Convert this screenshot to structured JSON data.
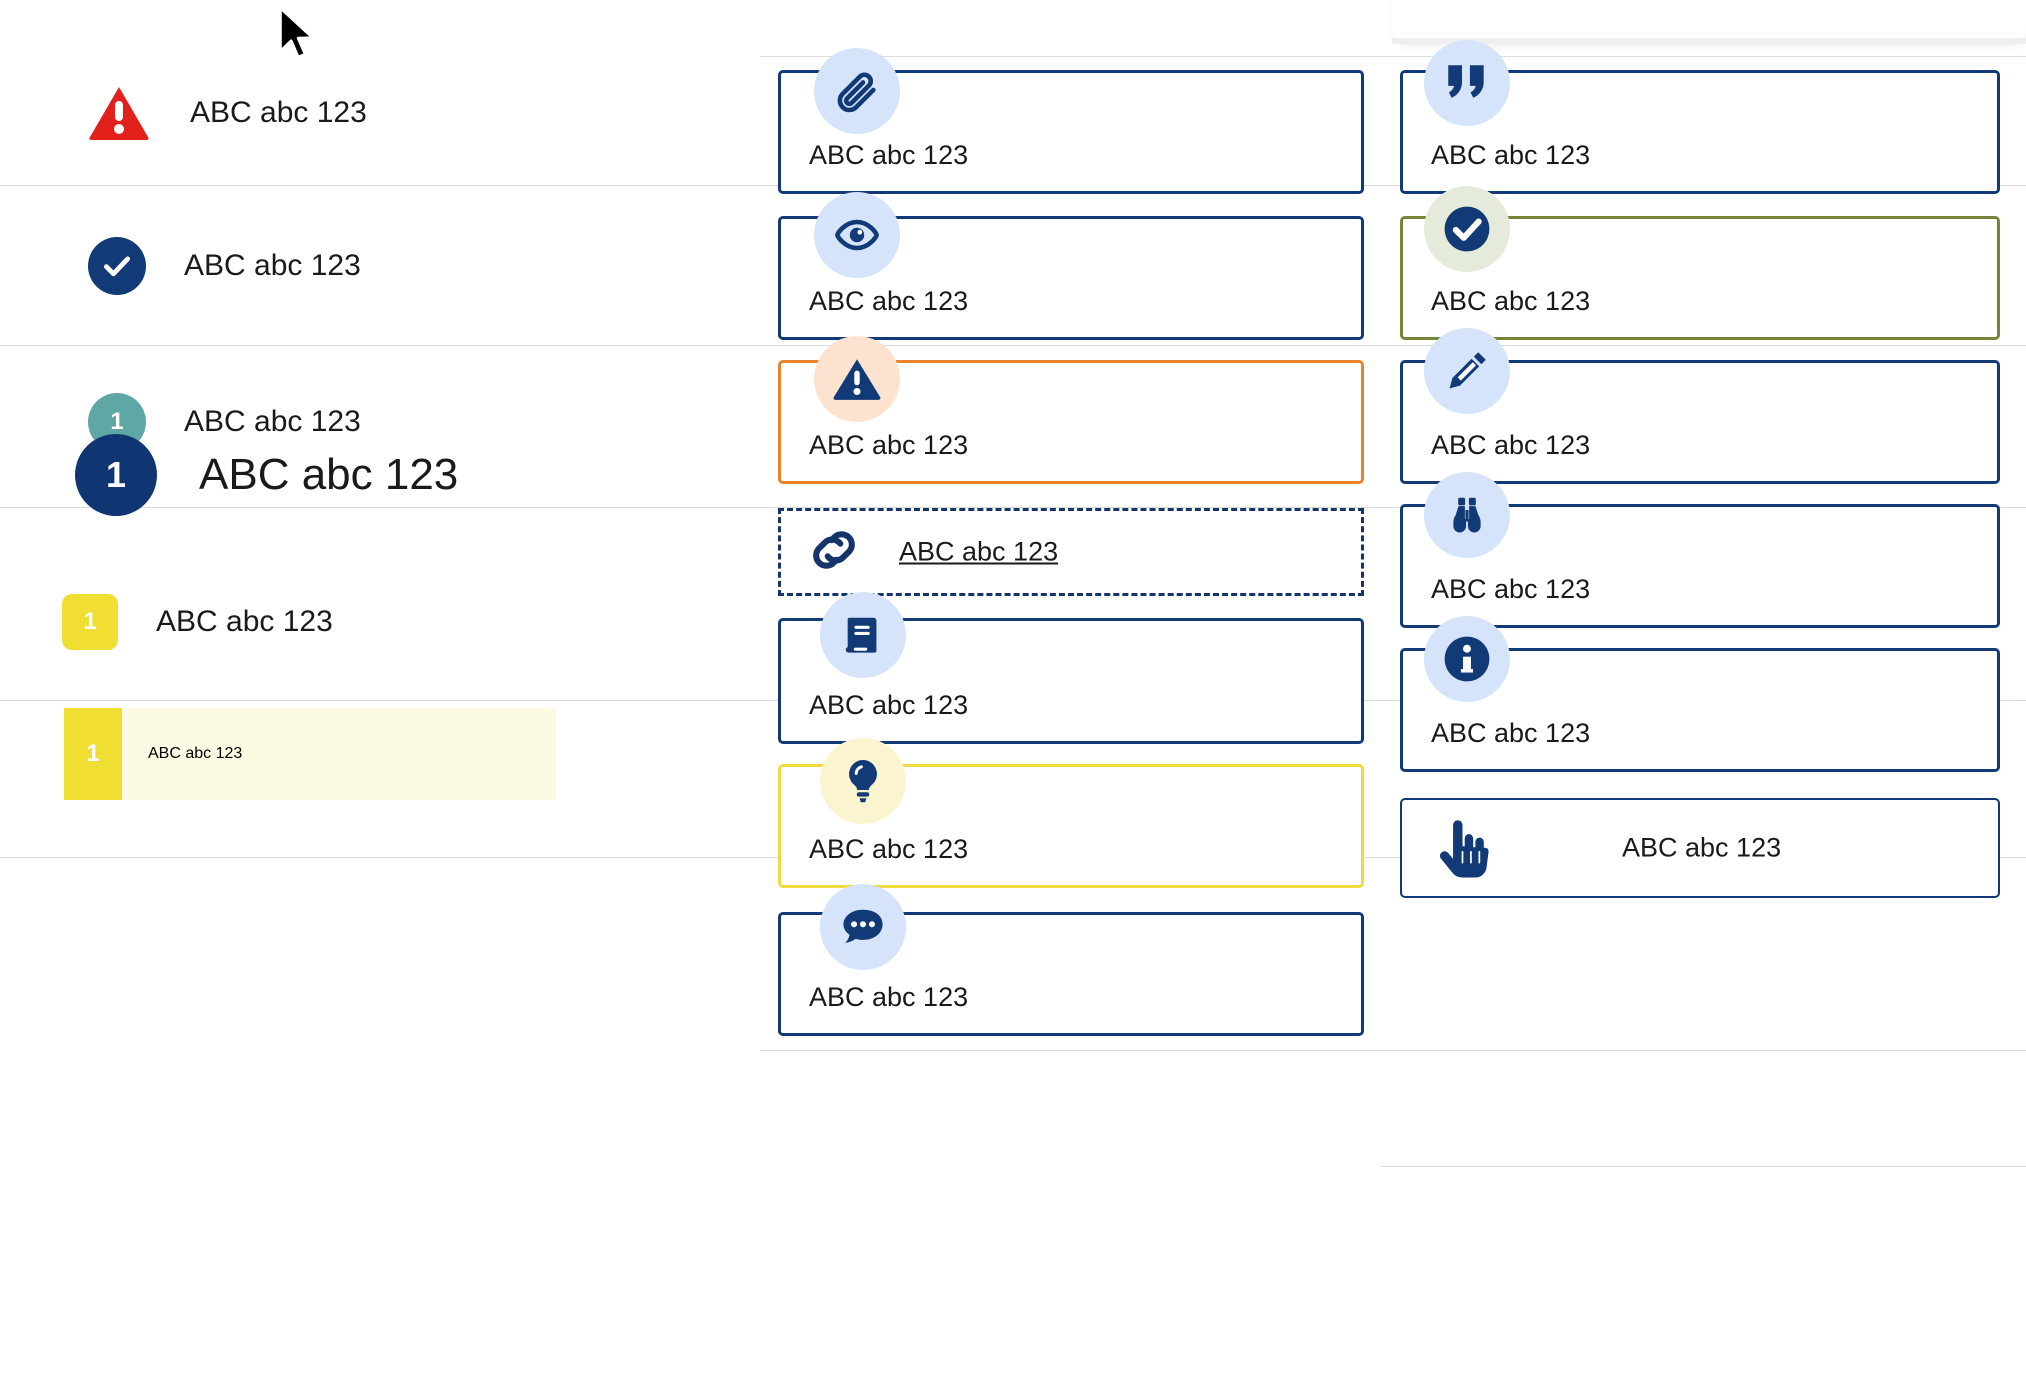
{
  "sample_text": "ABC abc 123",
  "colors": {
    "navy": "#123a76",
    "deep_navy": "#0f3573",
    "red": "#e2211c",
    "teal": "#5fa7a4",
    "yellow": "#f0de33",
    "yellow_border": "#efdc3c",
    "orange": "#e8832b",
    "olive": "#77853b",
    "bubble_blue": "#d5e4fa",
    "bubble_peach": "#fde3cf",
    "bubble_cream": "#fbf5cf",
    "bubble_sage": "#e5ebda",
    "highlight_bg": "#fdfae4",
    "divider": "#dcdcdc"
  },
  "sidebar": {
    "items": [
      {
        "icon": "warning-triangle-icon",
        "badge_text": "",
        "label": "ABC abc 123",
        "style": "red-triangle"
      },
      {
        "icon": "check-circle-icon",
        "badge_text": "",
        "label": "ABC abc 123",
        "style": "navy-circle"
      },
      {
        "icon": "number-badge-icon",
        "badge_text": "1",
        "label": "ABC abc 123",
        "style": "teal-circle"
      },
      {
        "icon": "number-badge-icon",
        "badge_text": "1",
        "label": "ABC abc 123",
        "style": "navy-circle-large"
      },
      {
        "icon": "number-badge-icon",
        "badge_text": "1",
        "label": "ABC abc 123",
        "style": "yellow-square"
      },
      {
        "icon": "number-badge-icon",
        "badge_text": "1",
        "label": "ABC abc 123",
        "style": "yellow-flat-highlighted"
      }
    ]
  },
  "middle_column": {
    "cards": [
      {
        "icon": "paperclip-icon",
        "label": "ABC abc 123",
        "border": "navy"
      },
      {
        "icon": "eye-icon",
        "label": "ABC abc 123",
        "border": "navy"
      },
      {
        "icon": "warning-triangle-icon",
        "label": "ABC abc 123",
        "border": "orange"
      },
      {
        "icon": "link-icon",
        "label": "ABC abc 123",
        "border": "dashed-navy",
        "link": true
      },
      {
        "icon": "book-icon",
        "label": "ABC abc 123",
        "border": "navy"
      },
      {
        "icon": "lightbulb-icon",
        "label": "ABC abc 123",
        "border": "yellow"
      },
      {
        "icon": "comment-bubble-icon",
        "label": "ABC abc 123",
        "border": "navy"
      }
    ]
  },
  "right_column": {
    "cards": [
      {
        "icon": "quote-icon",
        "label": "ABC abc 123",
        "border": "navy"
      },
      {
        "icon": "check-circle-icon",
        "label": "ABC abc 123",
        "border": "olive"
      },
      {
        "icon": "pencil-icon",
        "label": "ABC abc 123",
        "border": "navy"
      },
      {
        "icon": "binoculars-icon",
        "label": "ABC abc 123",
        "border": "navy"
      },
      {
        "icon": "info-circle-icon",
        "label": "ABC abc 123",
        "border": "navy"
      },
      {
        "icon": "hand-pointer-icon",
        "label": "ABC abc 123",
        "border": "navy"
      }
    ]
  },
  "cursor": {
    "name": "mouse-pointer"
  }
}
